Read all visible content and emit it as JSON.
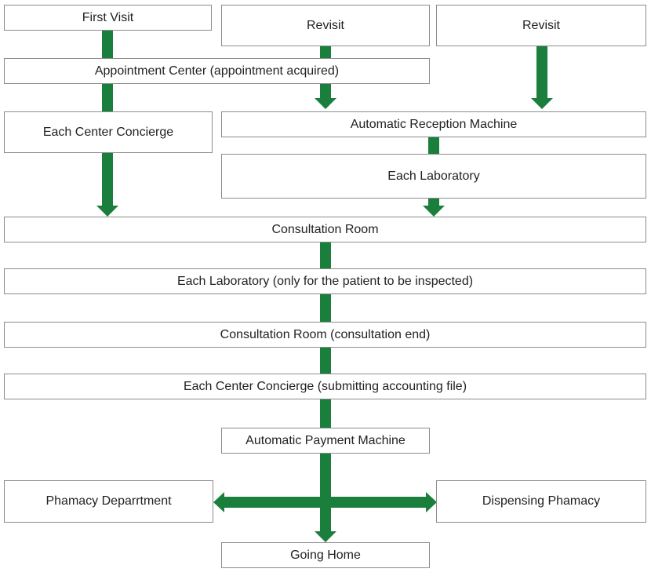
{
  "colors": {
    "connector": "#1a7f3c",
    "box_border": "#8c8c8c",
    "text": "#222222"
  },
  "nodes": {
    "first_visit": "First Visit",
    "revisit_1": "Revisit",
    "revisit_2": "Revisit",
    "appointment": "Appointment Center (appointment acquired)",
    "concierge": "Each Center Concierge",
    "reception": "Automatic Reception Machine",
    "lab": "Each Laboratory",
    "consult": "Consultation Room",
    "lab_inspect": "Each Laboratory (only for the patient to be inspected)",
    "consult_end": "Consultation Room (consultation end)",
    "concierge_acct": "Each Center Concierge (submitting accounting file)",
    "payment": "Automatic Payment Machine",
    "pharmacy_dept": "Phamacy Deparrtment",
    "dispensing": "Dispensing Phamacy",
    "home": "Going Home"
  }
}
